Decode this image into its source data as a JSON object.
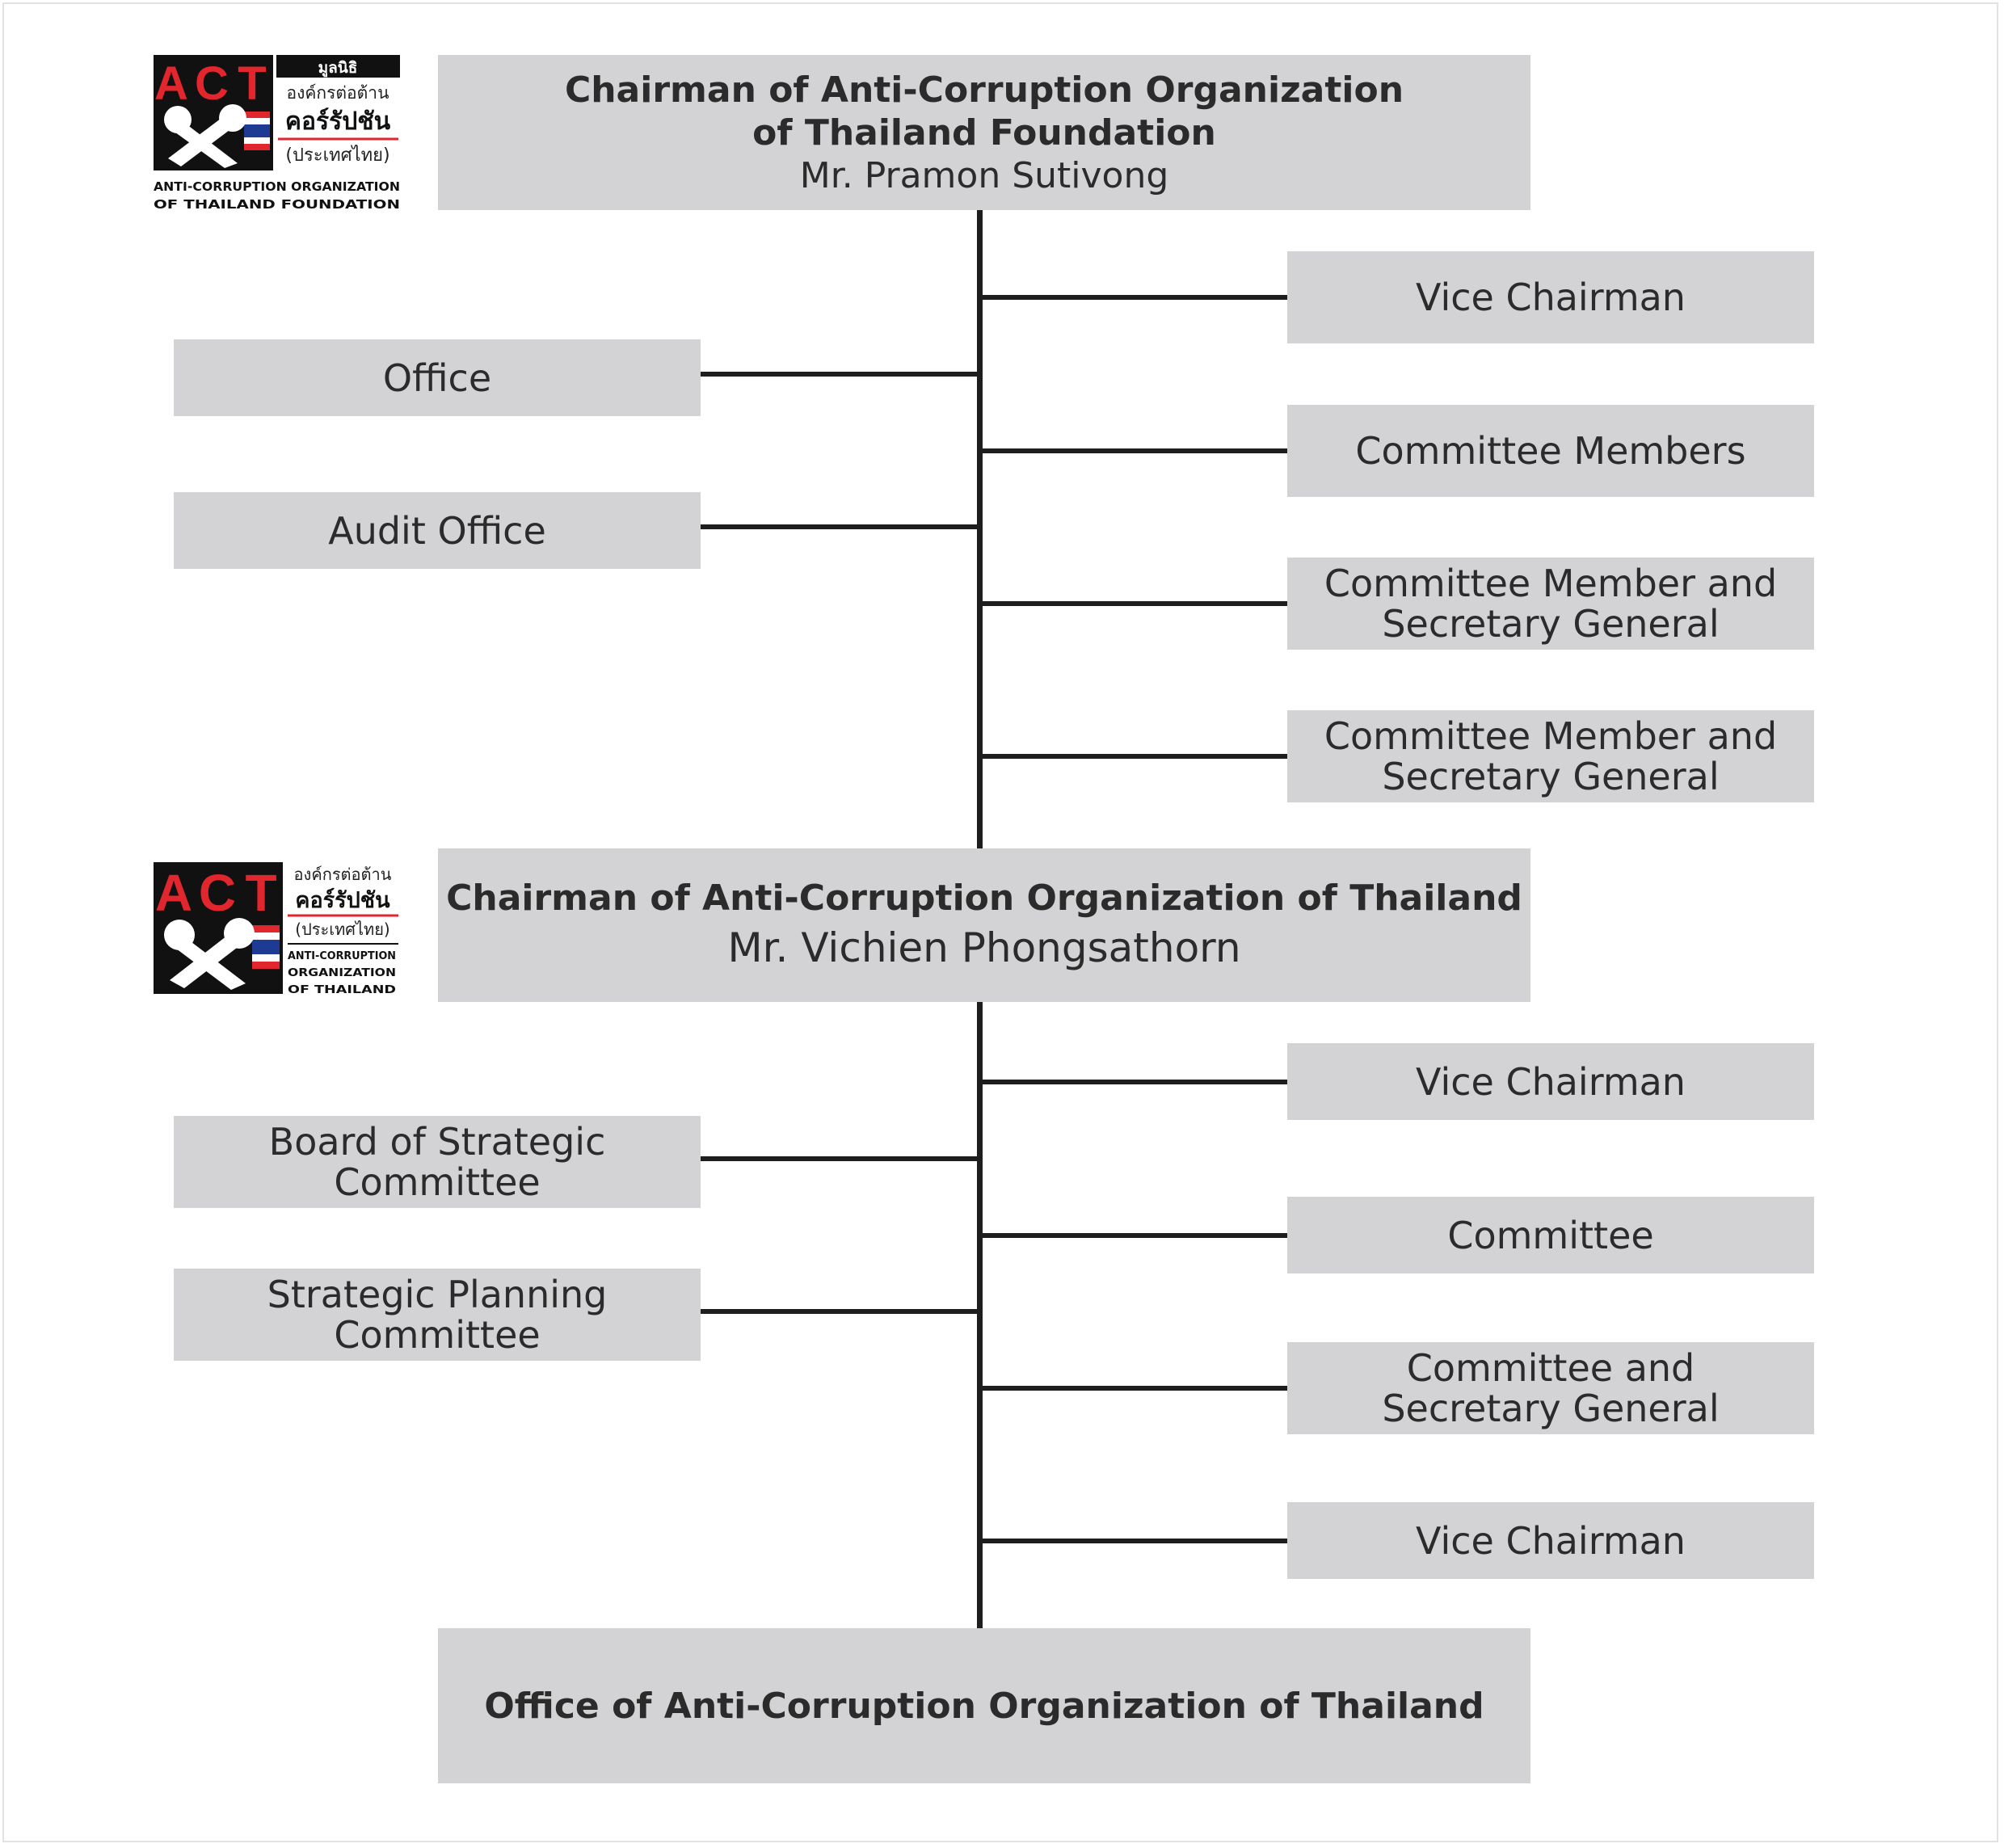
{
  "logo_top": {
    "letters": [
      "A",
      "C",
      "T"
    ],
    "thai_lines": [
      "มูลนิธิ",
      "องค์กรต่อต้าน",
      "คอร์รัปชัน",
      "(ประเทศไทย)"
    ],
    "english_lines": [
      "ANTI-CORRUPTION ORGANIZATION",
      "OF THAILAND FOUNDATION"
    ]
  },
  "logo_mid": {
    "letters": [
      "A",
      "C",
      "T"
    ],
    "thai_lines": [
      "องค์กรต่อต้าน",
      "คอร์รัปชัน",
      "(ประเทศไทย)"
    ],
    "english_lines": [
      "ANTI-CORRUPTION",
      "ORGANIZATION",
      "OF THAILAND"
    ]
  },
  "foundation": {
    "title": "Chairman of Anti-Corruption Organization\nof Thailand Foundation",
    "name": "Mr. Pramon Sutivong",
    "left": [
      "Office",
      "Audit Office"
    ],
    "right": [
      "Vice Chairman",
      "Committee Members",
      "Committee Member and\nSecretary General",
      "Committee Member and\nSecretary General"
    ]
  },
  "organization": {
    "title": "Chairman of Anti-Corruption Organization of Thailand",
    "name": "Mr. Vichien Phongsathorn",
    "left": [
      "Board of Strategic\nCommittee",
      "Strategic Planning\nCommittee"
    ],
    "right": [
      "Vice Chairman",
      "Committee",
      "Committee and\nSecretary General",
      "Vice Chairman"
    ]
  },
  "office": {
    "title": "Office of Anti-Corruption Organization of Thailand"
  }
}
